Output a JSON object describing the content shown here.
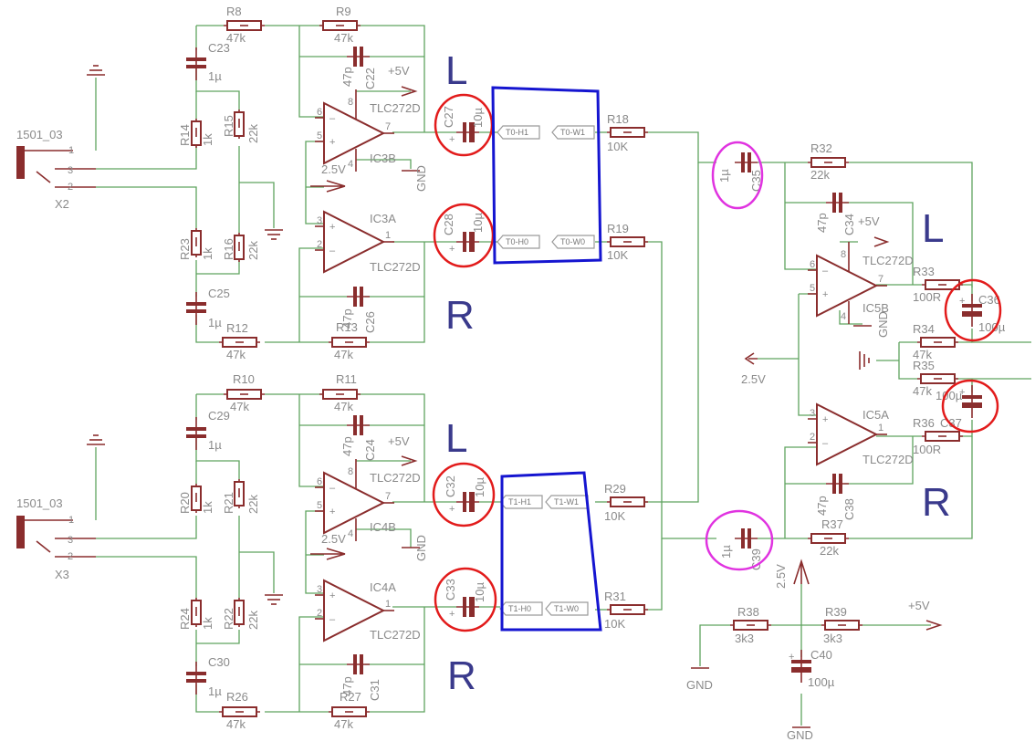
{
  "resistors": [
    {
      "ref": "R8",
      "val": "47k"
    },
    {
      "ref": "R9",
      "val": "47k"
    },
    {
      "ref": "R14",
      "val": "1k"
    },
    {
      "ref": "R15",
      "val": "22k"
    },
    {
      "ref": "R23",
      "val": "1k"
    },
    {
      "ref": "R16",
      "val": "22k"
    },
    {
      "ref": "R12",
      "val": "47k"
    },
    {
      "ref": "R13",
      "val": "47k"
    },
    {
      "ref": "R10",
      "val": "47k"
    },
    {
      "ref": "R11",
      "val": "47k"
    },
    {
      "ref": "R20",
      "val": "1k"
    },
    {
      "ref": "R21",
      "val": "22k"
    },
    {
      "ref": "R24",
      "val": "1k"
    },
    {
      "ref": "R22",
      "val": "22k"
    },
    {
      "ref": "R26",
      "val": "47k"
    },
    {
      "ref": "R27",
      "val": "47k"
    },
    {
      "ref": "R18",
      "val": "10K"
    },
    {
      "ref": "R19",
      "val": "10K"
    },
    {
      "ref": "R29",
      "val": "10K"
    },
    {
      "ref": "R31",
      "val": "10K"
    },
    {
      "ref": "R32",
      "val": "22k"
    },
    {
      "ref": "R33",
      "val": "100R"
    },
    {
      "ref": "R34",
      "val": "47k"
    },
    {
      "ref": "R35",
      "val": "47k"
    },
    {
      "ref": "R36",
      "val": "100R"
    },
    {
      "ref": "R37",
      "val": "22k"
    },
    {
      "ref": "R38",
      "val": "3k3"
    },
    {
      "ref": "R39",
      "val": "3k3"
    }
  ],
  "capacitors": [
    {
      "ref": "C23",
      "val": "1µ"
    },
    {
      "ref": "C22",
      "val": "47p"
    },
    {
      "ref": "C25",
      "val": "1µ"
    },
    {
      "ref": "C26",
      "val": "47p"
    },
    {
      "ref": "C29",
      "val": "1µ"
    },
    {
      "ref": "C24",
      "val": "47p"
    },
    {
      "ref": "C30",
      "val": "1µ"
    },
    {
      "ref": "C31",
      "val": "47p"
    },
    {
      "ref": "C27",
      "val": "10µ"
    },
    {
      "ref": "C28",
      "val": "10µ"
    },
    {
      "ref": "C32",
      "val": "10µ"
    },
    {
      "ref": "C33",
      "val": "10µ"
    },
    {
      "ref": "C35",
      "val": "1µ"
    },
    {
      "ref": "C34",
      "val": "47p"
    },
    {
      "ref": "C36",
      "val": "100µ"
    },
    {
      "ref": "C37",
      "val": "100µ"
    },
    {
      "ref": "C38",
      "val": "47p"
    },
    {
      "ref": "C39",
      "val": "1µ"
    },
    {
      "ref": "C40",
      "val": "100µ"
    }
  ],
  "opamps": [
    {
      "ref": "IC3B",
      "part": "TLC272D"
    },
    {
      "ref": "IC3A",
      "part": "TLC272D"
    },
    {
      "ref": "IC4B",
      "part": "TLC272D"
    },
    {
      "ref": "IC4A",
      "part": "TLC272D"
    },
    {
      "ref": "IC5B",
      "part": "TLC272D"
    },
    {
      "ref": "IC5A",
      "part": "TLC272D"
    }
  ],
  "connectors": [
    {
      "ref": "X2",
      "part": "1501_03"
    },
    {
      "ref": "X3",
      "part": "1501_03"
    }
  ],
  "net_labels": [
    "T0-H1",
    "T0-W1",
    "T0-H0",
    "T0-W0",
    "T1-H1",
    "T1-W1",
    "T1-H0",
    "T1-W0"
  ],
  "supply": {
    "plus5": "+5V",
    "bias": "2.5V",
    "gnd": "GND"
  },
  "channel_marks": {
    "left": "L",
    "right": "R"
  },
  "colors": {
    "wire": "#5fa35f",
    "part": "#8a2d2d",
    "annotation_red": "#e21b1b",
    "annotation_magenta": "#e033e0",
    "annotation_blue": "#1515d0",
    "channel_text": "#3a3a8c"
  }
}
